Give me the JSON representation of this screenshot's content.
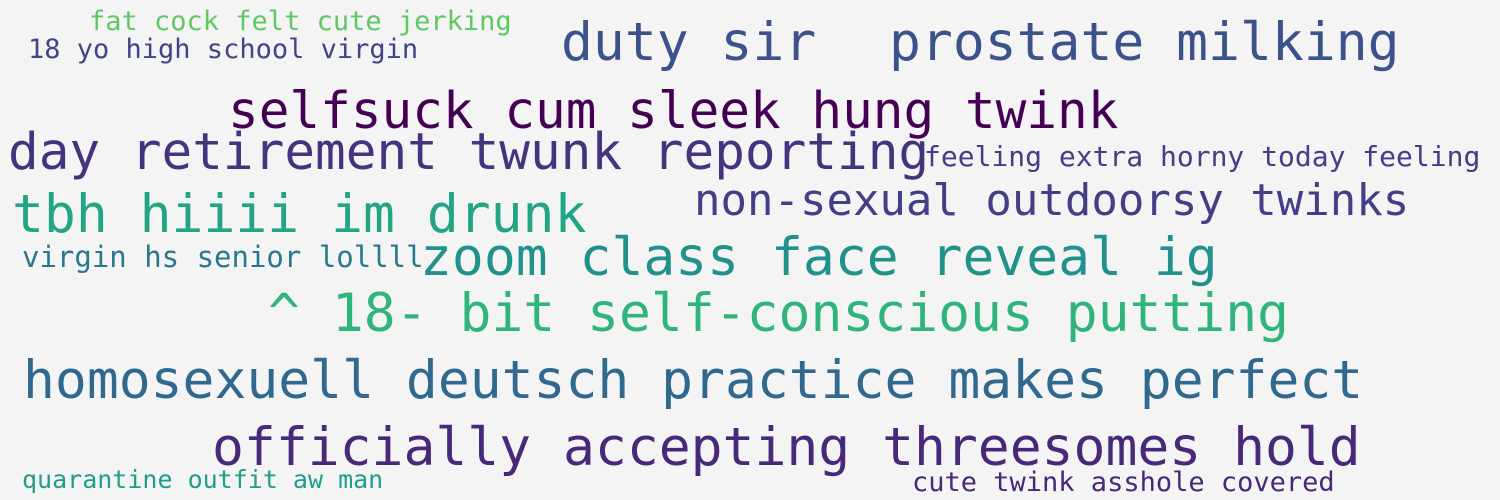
{
  "phrases": [
    {
      "text": "fat cock felt cute jerking",
      "color": "#5ec962"
    },
    {
      "text": "18 yo high school virgin",
      "color": "#414487"
    },
    {
      "text": "duty sir",
      "color": "#3b528b"
    },
    {
      "text": "prostate milking",
      "color": "#3b528b"
    },
    {
      "text": "selfsuck cum sleek hung twink",
      "color": "#440154"
    },
    {
      "text": "day retirement twunk reporting",
      "color": "#46337e"
    },
    {
      "text": "feeling extra horny today feeling",
      "color": "#433e85"
    },
    {
      "text": "tbh hiiii im drunk",
      "color": "#21a585"
    },
    {
      "text": "non-sexual outdoorsy twinks",
      "color": "#433e85"
    },
    {
      "text": "virgin hs senior lollll",
      "color": "#2a788e"
    },
    {
      "text": "zoom class face reveal ig",
      "color": "#21918c"
    },
    {
      "text": "^ 18- bit self-conscious putting",
      "color": "#2fb47c"
    },
    {
      "text": "homosexuell deutsch practice makes perfect",
      "color": "#31688e"
    },
    {
      "text": "officially accepting threesomes hold",
      "color": "#482878"
    },
    {
      "text": "quarantine outfit aw man",
      "color": "#1f9e89"
    },
    {
      "text": "cute twink asshole covered",
      "color": "#482878"
    }
  ]
}
